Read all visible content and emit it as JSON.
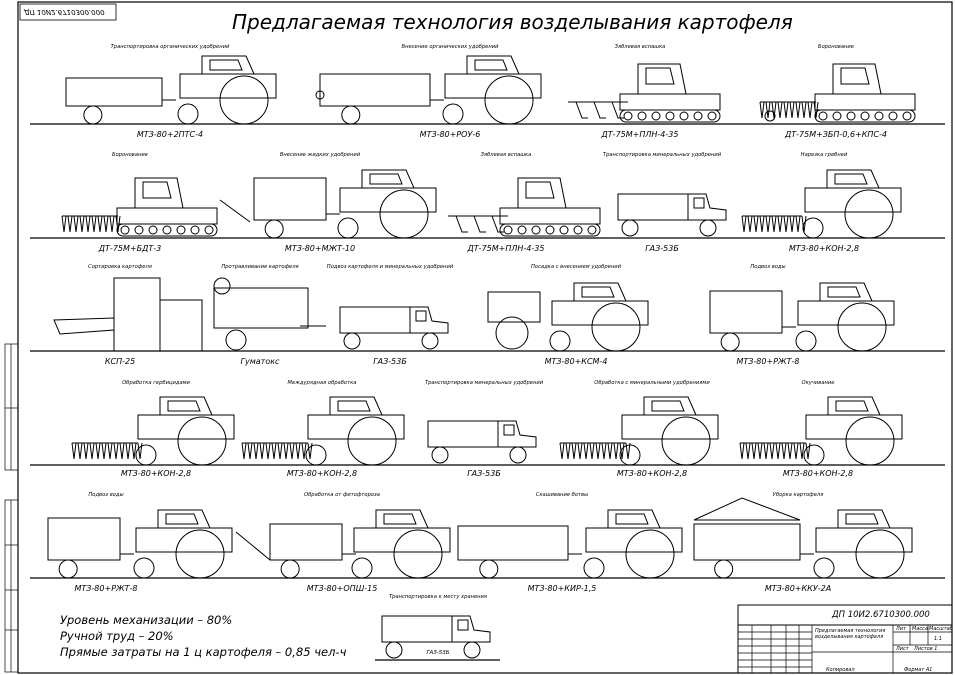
{
  "sheet": {
    "title": "Предлагаемая технология возделывания картофеля",
    "code_mirrored": "ДП 10И2.6710300.000"
  },
  "rows": [
    [
      {
        "caption": "Транспортировка органических удобрений",
        "model": "МТЗ-80+2ПТС-4"
      },
      {
        "caption": "Внесение органических удобрений",
        "model": "МТЗ-80+РОУ-6"
      },
      {
        "caption": "Зяблевая вспашка",
        "model": "ДТ-75М+ПЛН-4-35"
      },
      {
        "caption": "Боронование",
        "model": "ДТ-75М+ЗБП-0,6+КПС-4"
      }
    ],
    [
      {
        "caption": "Боронование",
        "model": "ДТ-75М+БДТ-3"
      },
      {
        "caption": "Внесение жидких удобрений",
        "model": "МТЗ-80+МЖТ-10"
      },
      {
        "caption": "Зяблевая вспашка",
        "model": "ДТ-75М+ПЛН-4-35"
      },
      {
        "caption": "Транспортировка минеральных удобрений",
        "model": "ГАЗ-53Б"
      },
      {
        "caption": "Нарезка гребней",
        "model": "МТЗ-80+КОН-2,8"
      }
    ],
    [
      {
        "caption": "Сортировка картофеля",
        "model": "КСП-25"
      },
      {
        "caption": "Протравливание картофеля",
        "model": "Гуматокс"
      },
      {
        "caption": "Подвоз картофеля и минеральных удобрений",
        "model": "ГАЗ-53Б"
      },
      {
        "caption": "Посадка с внесением удобрений",
        "model": "МТЗ-80+КСМ-4"
      },
      {
        "caption": "Подвоз воды",
        "model": "МТЗ-80+РЖТ-8"
      }
    ],
    [
      {
        "caption": "Обработка гербицидами",
        "model": "МТЗ-80+КОН-2,8"
      },
      {
        "caption": "Междурядная обработка",
        "model": "МТЗ-80+КОН-2,8"
      },
      {
        "caption": "Транспортировка минеральных удобрений",
        "model": "ГАЗ-53Б"
      },
      {
        "caption": "Обработка с минеральными удобрениями",
        "model": "МТЗ-80+КОН-2,8"
      },
      {
        "caption": "Окучивание",
        "model": "МТЗ-80+КОН-2,8"
      }
    ],
    [
      {
        "caption": "Подвоз воды",
        "model": "МТЗ-80+РЖТ-8"
      },
      {
        "caption": "Обработка от фитофтороза",
        "model": "МТЗ-80+ОПШ-15"
      },
      {
        "caption": "Скашивание ботвы",
        "model": "МТЗ-80+КИР-1,5"
      },
      {
        "caption": "Уборка картофеля",
        "model": "МТЗ-80+ККУ-2А"
      }
    ],
    [
      {
        "caption": "Транспортировка к месту хранения",
        "model": "ГАЗ-53Б"
      }
    ]
  ],
  "summary": {
    "line1": "Уровень механизации – 80%",
    "line2": "Ручной труд – 20%",
    "line3": "Прямые затраты на 1 ц картофеля – 0,85 чел-ч"
  },
  "title_block": {
    "designation": "ДП 10И2.6710300.000",
    "doc_name": "Предлагаемая технология возделывания картофеля",
    "col_lit": "Лит",
    "col_mass": "Масса",
    "col_scale": "Масштаб",
    "scale": "1:1",
    "sheet": "Лист",
    "sheets": "Листов 1",
    "format": "Формат А1",
    "copied": "Копировал"
  }
}
